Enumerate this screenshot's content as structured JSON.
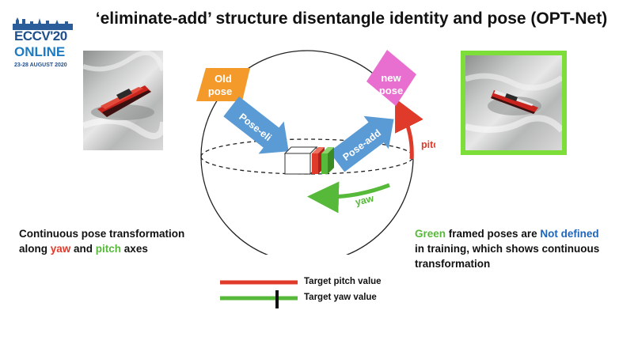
{
  "title": "‘eliminate-add’ structure disentangle identity and pose (OPT-Net)",
  "logo": {
    "line1": "ECCV'20",
    "line2": "ONLINE",
    "line3": "23-28 AUGUST 2020"
  },
  "diagram": {
    "old_pose_line1": "Old",
    "old_pose_line2": "pose",
    "new_pose_line1": "new",
    "new_pose_line2": "pose",
    "pose_eli": "Pose-eli",
    "pose_add": "Pose-add",
    "pitch": "pitch",
    "yaw": "yaw"
  },
  "caption_left": {
    "line1": "Continuous pose transformation",
    "along": "along ",
    "yaw": "yaw",
    "and": " and ",
    "pitch": "pitch",
    "axes": " axes"
  },
  "caption_right": {
    "green": "Green",
    "framed": " framed poses are ",
    "not_defined": "Not defined",
    "line2": "in training, which shows continuous",
    "line3": "transformation"
  },
  "legend": {
    "pitch_label": "Target pitch value",
    "yaw_label": "Target yaw value"
  },
  "colors": {
    "pitch": "#e03a2a",
    "yaw": "#57b93a",
    "eli_add_arrows": "#5b9bd5",
    "old_pose": "#f39a2b",
    "new_pose": "#e86fcf",
    "highlight_frame": "#7dde3a"
  }
}
